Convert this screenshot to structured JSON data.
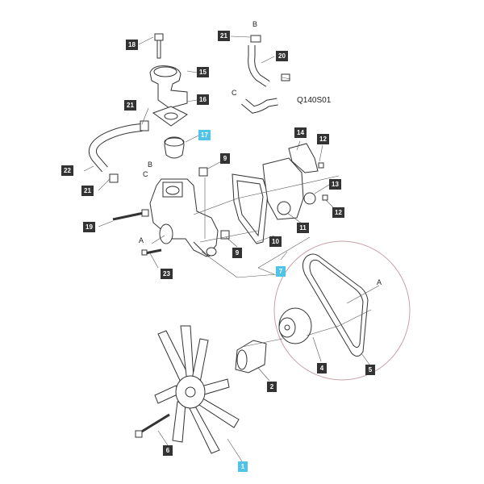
{
  "diagram_code": "Q140S01",
  "part_numbers": {
    "p1": "1",
    "p2": "2",
    "p4": "4",
    "p5": "5",
    "p6": "6",
    "p7": "7",
    "p9a": "9",
    "p9b": "9",
    "p10": "10",
    "p11": "11",
    "p12a": "12",
    "p12b": "12",
    "p13": "13",
    "p14": "14",
    "p15": "15",
    "p16": "16",
    "p17": "17",
    "p18": "18",
    "p19": "19",
    "p20": "20",
    "p21a": "21",
    "p21b": "21",
    "p21c": "21",
    "p22": "22",
    "p23": "23"
  },
  "connector_letters": {
    "a_pump": "A",
    "a_belt": "A",
    "b_pump": "B",
    "b_hose": "B",
    "c_pump": "C",
    "c_hose": "C"
  },
  "colors": {
    "label_dark": "#333333",
    "label_highlight": "#4fc3e8",
    "detail_circle": "#c9a0a8",
    "line": "#333333"
  }
}
